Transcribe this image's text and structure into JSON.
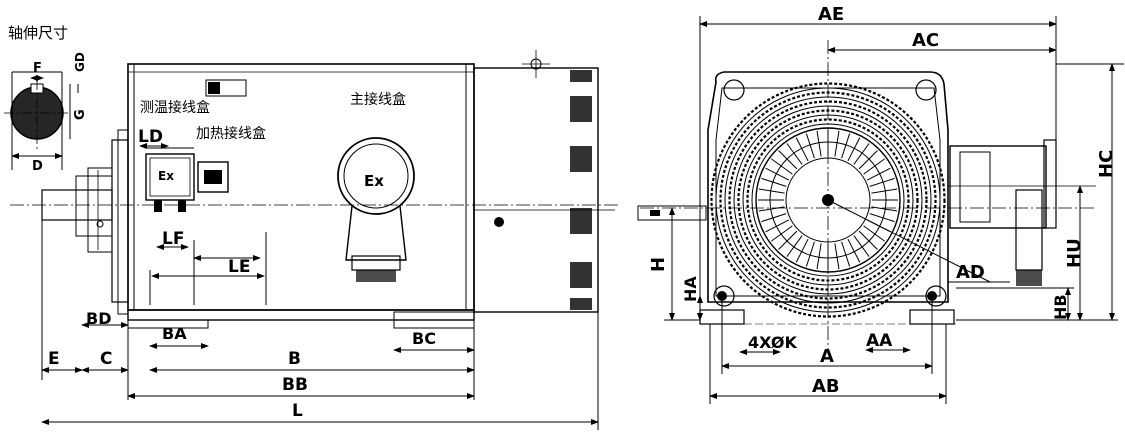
{
  "labels": {
    "shaft_title": "轴伸尺寸",
    "temp_box": "测温接线盒",
    "heat_box": "加热接线盒",
    "main_box": "主接线盒",
    "ex": "Ex",
    "holes": "4XØK"
  },
  "side_view": {
    "dims": {
      "F": "F",
      "G": "G",
      "GD": "GD",
      "D": "D",
      "LD": "LD",
      "LF": "LF",
      "LE": "LE",
      "BD": "BD",
      "BA": "BA",
      "BC": "BC",
      "E": "E",
      "C": "C",
      "B": "B",
      "BB": "BB",
      "L": "L"
    }
  },
  "end_view": {
    "dims": {
      "AE": "AE",
      "AC": "AC",
      "HC": "HC",
      "HU": "HU",
      "H": "H",
      "HA": "HA",
      "HB": "HB",
      "AD": "AD",
      "AA": "AA",
      "A": "A",
      "AB": "AB"
    }
  }
}
